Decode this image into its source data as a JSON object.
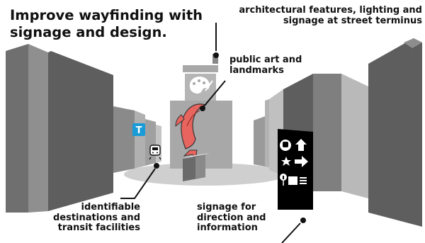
{
  "title": "Improve wayfinding with signage and design.",
  "labels": {
    "architectural": "architectural features, lighting and signage at street terminus",
    "public_art": "public art and landmarks",
    "destinations": "identifiable destinations and transit facilities",
    "signage": "signage for direction and information"
  },
  "icons": {
    "transit_badge": "T",
    "palette": "palette-icon",
    "fish": "salmon-sculpture",
    "train": "train-icon",
    "sign_rows": [
      "transit-icon up-arrow-icon",
      "star-icon right-arrow-icon",
      "info-icon map-icon"
    ]
  },
  "colors": {
    "building_dark": "#5e5e5e",
    "building_mid": "#8a8a8a",
    "building_light": "#b5b5b5",
    "tower": "#a8a8a8",
    "salmon": "#e8645e",
    "transit_blue": "#1a9ad6",
    "sign": "#000000"
  }
}
